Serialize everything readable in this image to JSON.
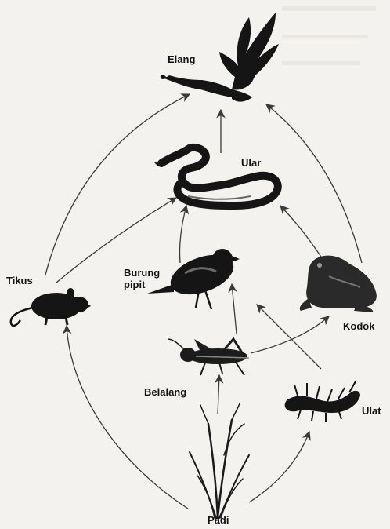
{
  "organisms": {
    "elang": "Elang",
    "ular": "Ular",
    "burung_pipit": "Burung\npipit",
    "tikus": "Tikus",
    "kodok": "Kodok",
    "belalang": "Belalang",
    "ulat": "Ulat",
    "padi": "Padi"
  },
  "colors": {
    "arrow": "#3a3a3a",
    "silhouette": "#151515",
    "background": "#f4f2ee"
  }
}
